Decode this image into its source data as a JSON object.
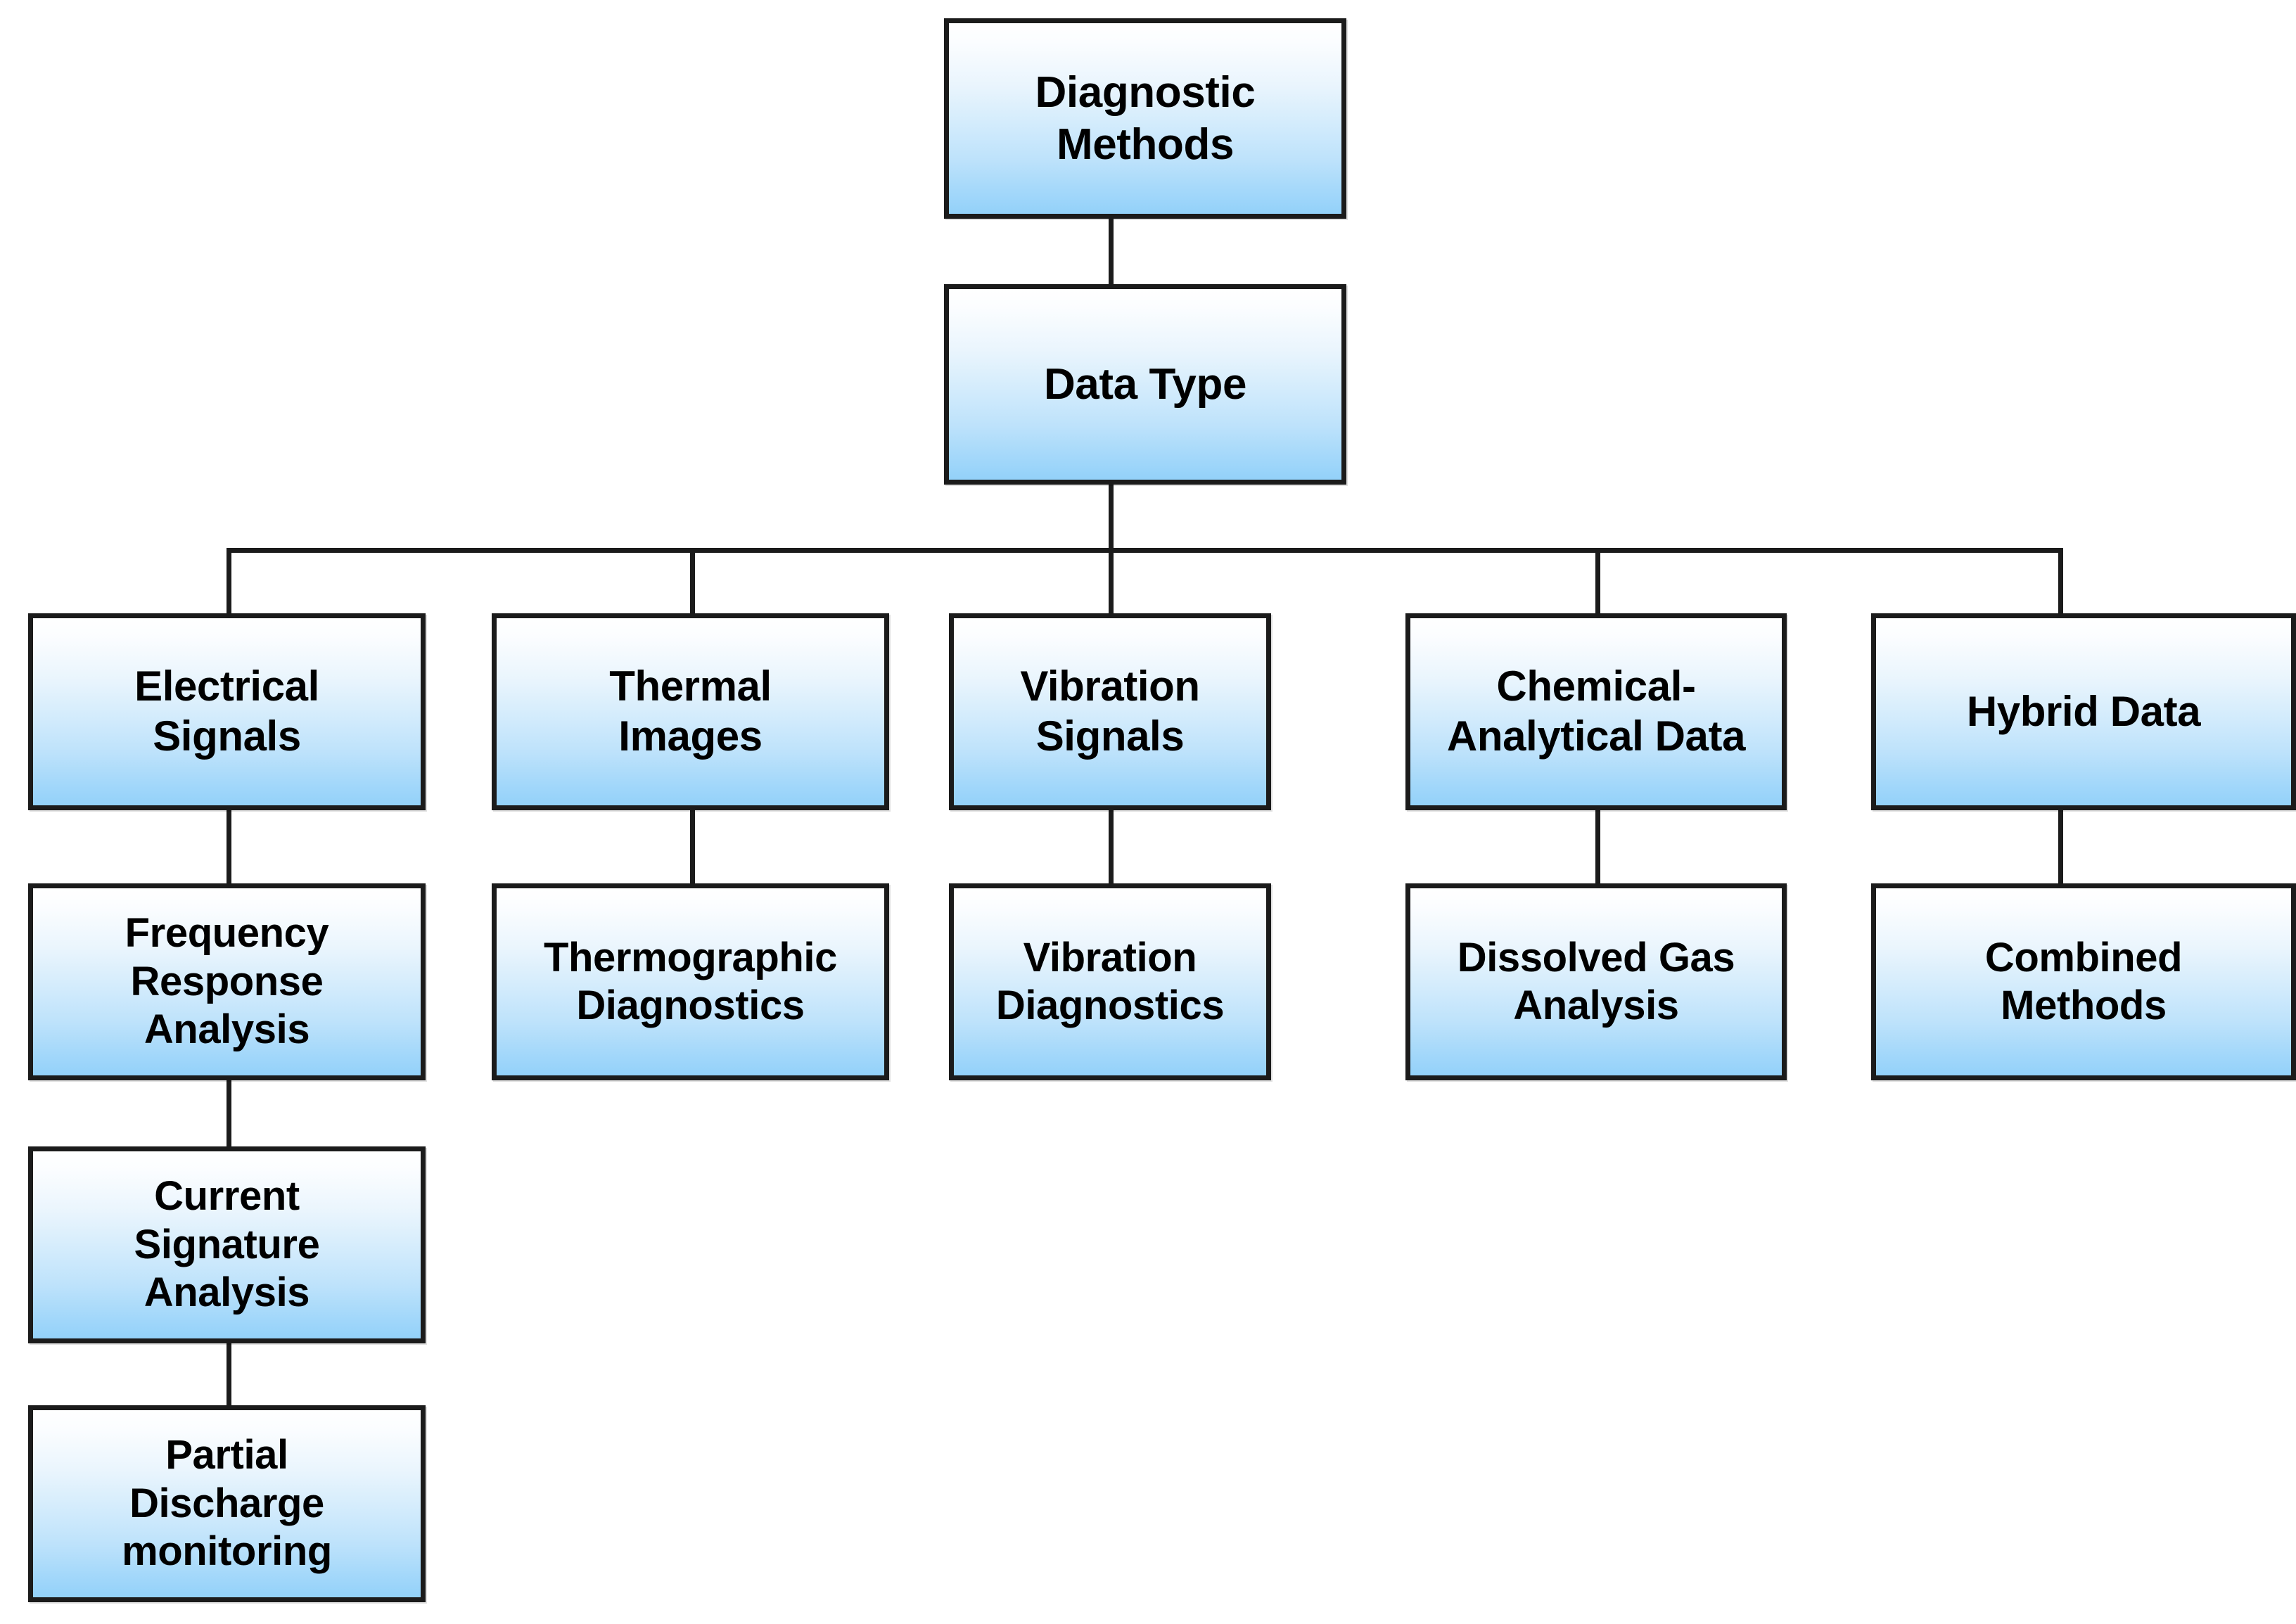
{
  "diagram": {
    "title": "Diagnostic Methods",
    "type": "tree-hierarchy",
    "colors": {
      "box_border": "#1b1b1b",
      "box_fill_top": "#ffffff",
      "box_fill_bottom": "#93d1f9",
      "connector": "#1b1b1b",
      "text": "#000000",
      "background": "#ffffff"
    },
    "nodes": {
      "root": {
        "label": "Diagnostic\nMethods"
      },
      "data_type": {
        "label": "Data Type"
      },
      "branches": [
        {
          "label": "Electrical\nSignals",
          "children": [
            {
              "label": "Frequency\nResponse\nAnalysis"
            },
            {
              "label": "Current\nSignature\nAnalysis"
            },
            {
              "label": "Partial\nDischarge\nmonitoring"
            }
          ]
        },
        {
          "label": "Thermal\nImages",
          "children": [
            {
              "label": "Thermographic\nDiagnostics"
            }
          ]
        },
        {
          "label": "Vibration\nSignals",
          "children": [
            {
              "label": "Vibration\nDiagnostics"
            }
          ]
        },
        {
          "label": "Chemical-\nAnalytical Data",
          "children": [
            {
              "label": "Dissolved Gas\nAnalysis"
            }
          ]
        },
        {
          "label": "Hybrid Data",
          "children": [
            {
              "label": "Combined\nMethods"
            }
          ]
        }
      ]
    }
  }
}
